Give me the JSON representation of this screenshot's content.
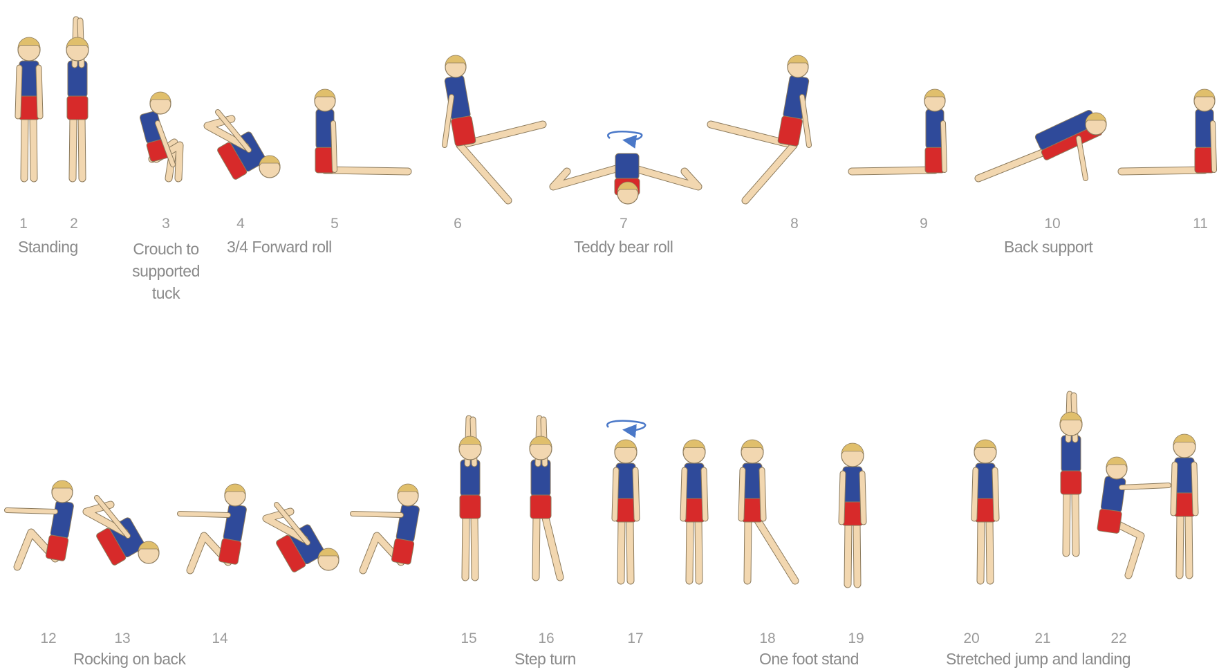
{
  "colors": {
    "skin": "#f2d7b0",
    "hair": "#e0bf6c",
    "top": "#2f4a9a",
    "shorts": "#d72a2a",
    "outline": "#8b7a5c",
    "spin": "#4a78c8",
    "text": "#8a8a8a"
  },
  "icons": [
    "spin-arrow-icon"
  ],
  "steps": [
    {
      "n": "1"
    },
    {
      "n": "2"
    },
    {
      "n": "3"
    },
    {
      "n": "4"
    },
    {
      "n": "5"
    },
    {
      "n": "6"
    },
    {
      "n": "7"
    },
    {
      "n": "8"
    },
    {
      "n": "9"
    },
    {
      "n": "10"
    },
    {
      "n": "11"
    },
    {
      "n": "12"
    },
    {
      "n": "13"
    },
    {
      "n": "14"
    },
    {
      "n": "15"
    },
    {
      "n": "16"
    },
    {
      "n": "17"
    },
    {
      "n": "18"
    },
    {
      "n": "19"
    },
    {
      "n": "20"
    },
    {
      "n": "21"
    },
    {
      "n": "22"
    }
  ],
  "captions": {
    "standing": "Standing",
    "crouch_line1": "Crouch to",
    "crouch_line2": "supported",
    "crouch_line3": "tuck",
    "forward_roll": "3/4 Forward roll",
    "teddy_bear_roll": "Teddy bear roll",
    "back_support": "Back support",
    "rocking_on_back": "Rocking on back",
    "step_turn": "Step turn",
    "one_foot_stand": "One foot stand",
    "stretched_jump": "Stretched jump and landing"
  }
}
